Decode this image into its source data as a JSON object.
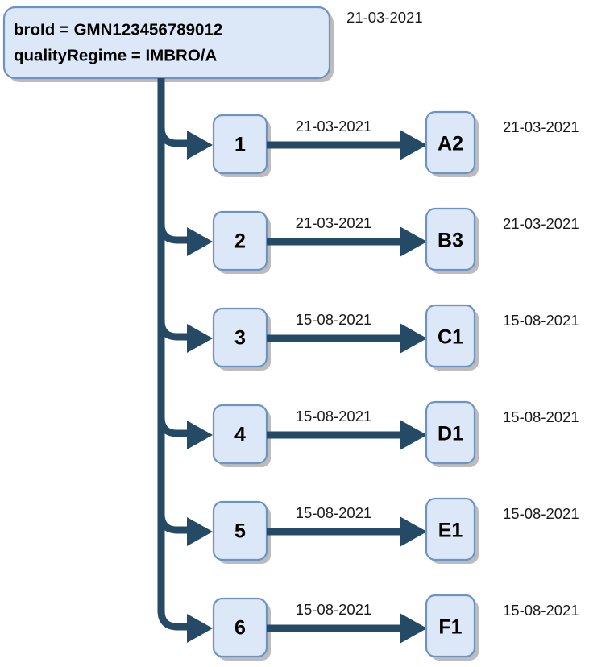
{
  "diagram": {
    "title_box": {
      "line1": "broId = GMN123456789012",
      "line2": "qualityRegime = IMBRO/A",
      "date": "21-03-2021"
    },
    "colors": {
      "box_fill": "#dce7f7",
      "box_border": "#6d93c6",
      "connector": "#254a66",
      "shadow": "#bcbcbc",
      "text": "#000000"
    },
    "rows": [
      {
        "source_label": "1",
        "edge_date": "21-03-2021",
        "target_label": "A2",
        "target_date": "21-03-2021"
      },
      {
        "source_label": "2",
        "edge_date": "21-03-2021",
        "target_label": "B3",
        "target_date": "21-03-2021"
      },
      {
        "source_label": "3",
        "edge_date": "15-08-2021",
        "target_label": "C1",
        "target_date": "15-08-2021"
      },
      {
        "source_label": "4",
        "edge_date": "15-08-2021",
        "target_label": "D1",
        "target_date": "15-08-2021"
      },
      {
        "source_label": "5",
        "edge_date": "15-08-2021",
        "target_label": "E1",
        "target_date": "15-08-2021"
      },
      {
        "source_label": "6",
        "edge_date": "15-08-2021",
        "target_label": "F1",
        "target_date": "15-08-2021"
      }
    ]
  }
}
